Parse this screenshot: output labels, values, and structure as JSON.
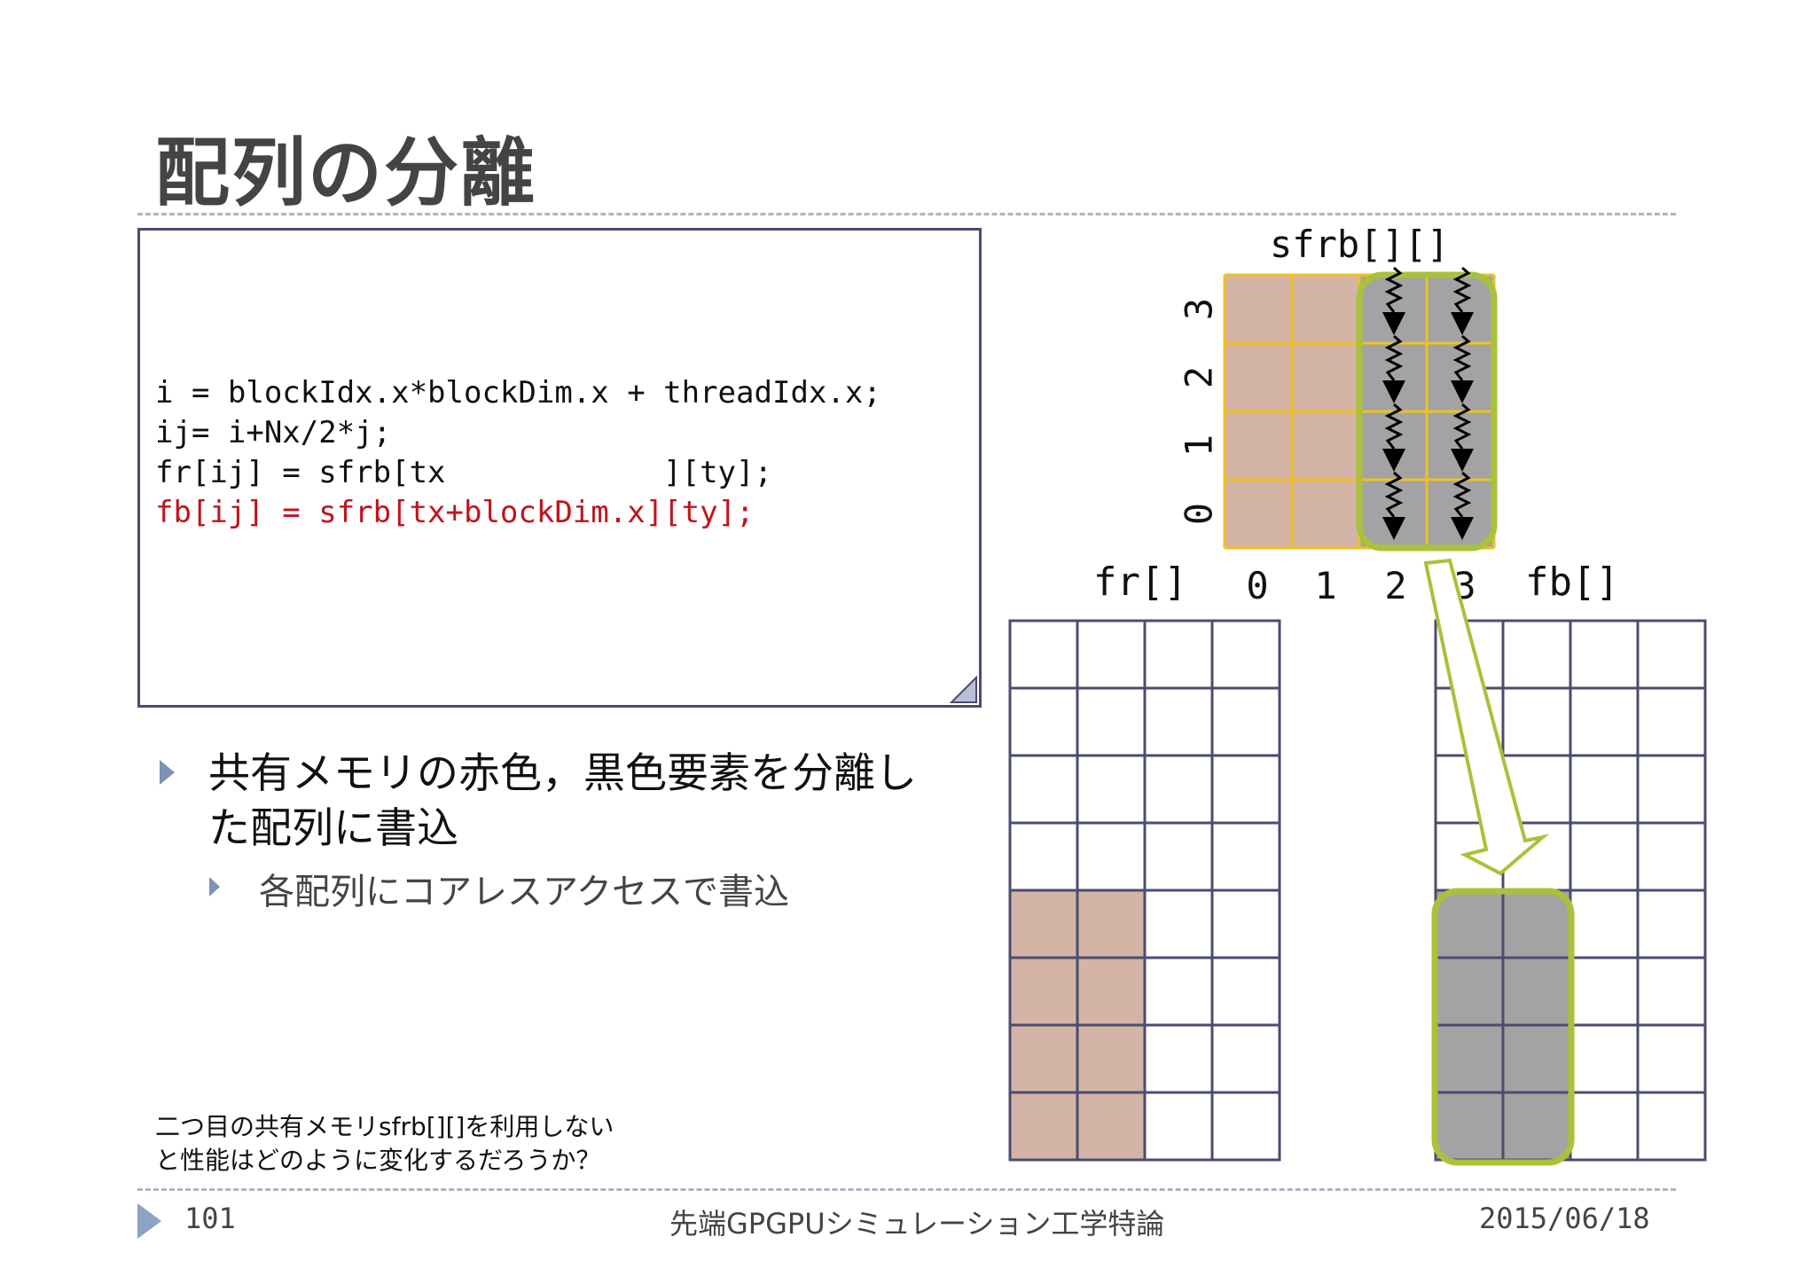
{
  "slide": {
    "title": "配列の分離",
    "code_lines": [
      "i = blockIdx.x*blockDim.x + threadIdx.x;",
      "ij= i+Nx/2*j;",
      "fr[ij] = sfrb[tx            ][ty];",
      "fb[ij] = sfrb[tx+blockDim.x][ty];"
    ],
    "bullet_main_line1": "共有メモリの赤色，黒色要素を分離し",
    "bullet_main_line2": "た配列に書込",
    "bullet_sub": "各配列にコアレスアクセスで書込",
    "note_line1": "二つ目の共有メモリsfrb[][]を利用しない",
    "note_line2": "と性能はどのように変化するだろうか？"
  },
  "diagram": {
    "sfrb_label": "sfrb[][]",
    "fr_label": "fr[]",
    "fb_label": "fb[]",
    "row_indices": [
      "0",
      "1",
      "2",
      "3"
    ],
    "col_indices": [
      "0",
      "1",
      "2",
      "3"
    ],
    "colors": {
      "red_cell": "#d4b4a6",
      "black_cell": "#a3a3a3",
      "grid_line": "#4a4d70",
      "sfrb_grid": "#f2c01e",
      "highlight": "#a8c23a"
    }
  },
  "footer": {
    "page_number": "101",
    "course": "先端GPGPUシミュレーション工学特論",
    "date": "2015/06/18"
  }
}
